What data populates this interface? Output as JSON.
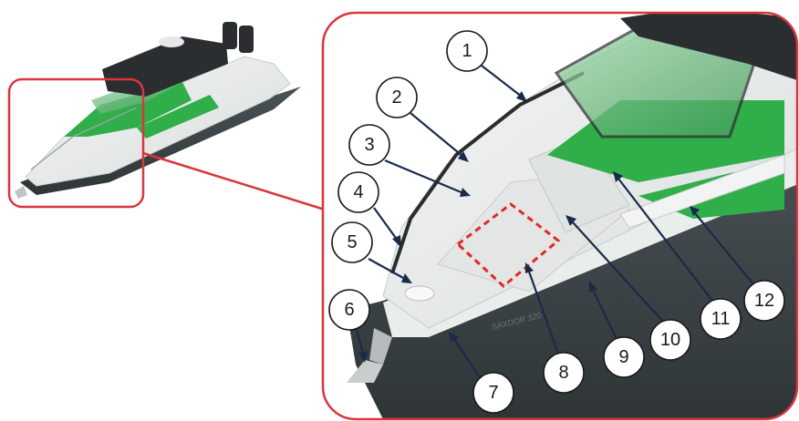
{
  "diagram": {
    "highlight_color": "#d9363e",
    "leader_color": "#1a2a4a",
    "hull_color": "#3d4447",
    "deck_color": "#e8eceb",
    "accent_green": "#2fae4a",
    "canopy_color": "#2b2e30",
    "hull_lettering": "SAXDOR 320"
  },
  "callouts": [
    {
      "label": "1"
    },
    {
      "label": "2"
    },
    {
      "label": "3"
    },
    {
      "label": "4"
    },
    {
      "label": "5"
    },
    {
      "label": "6"
    },
    {
      "label": "7"
    },
    {
      "label": "8"
    },
    {
      "label": "9"
    },
    {
      "label": "10"
    },
    {
      "label": "11"
    },
    {
      "label": "12"
    }
  ]
}
